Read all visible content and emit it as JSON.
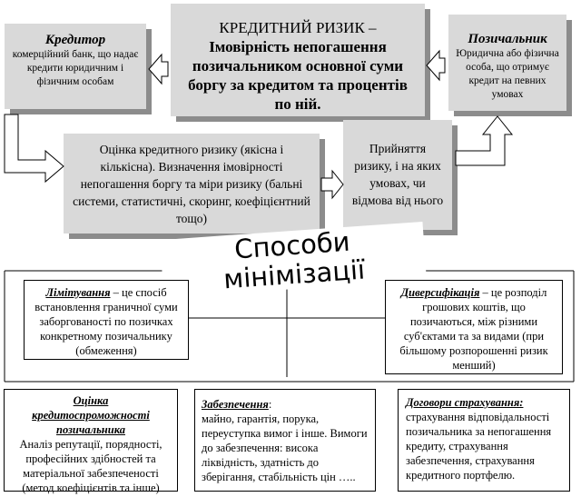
{
  "creditor": {
    "title": "Кредитор",
    "text": "комерційний банк, що надає кредити юридичним і фізичним особам"
  },
  "credit_risk": {
    "title": "КРЕДИТНИЙ РИЗИК –",
    "text": "Імовірність непогашення позичальником основної суми боргу за кредитом та процентів по ній."
  },
  "borrower": {
    "title": "Позичальник",
    "text": "Юридична або фізична особа, що отримує кредит на певних умовах"
  },
  "assessment": {
    "text": "Оцінка кредитного ризику (якісна і кількісна). Визначення імовірності непогашення боргу та міри ризику (бальні системи, статистичні, скоринг, коефіцієнтний тощо)"
  },
  "decision": {
    "text": "Прийняття ризику, і на яких умовах, чи відмова від нього"
  },
  "methods_title": "Способи мінімізації",
  "limiting": {
    "title": "Лімітування",
    "text": " – це спосіб встановлення граничної суми заборгованості по позичках конкретному позичальнику (обмеження)"
  },
  "diversification": {
    "title": "Диверсифікація",
    "text": " – це розподіл грошових коштів, що позичаються, між різними суб'єктами та за видами (при більшому розпорошенні ризик менший)"
  },
  "creditworthiness": {
    "title": "Оцінка кредитоспроможності позичальника",
    "text": "Аналіз репутації, порядності, професійних здібностей та матеріальної забезпеченості (метод коефіцієнтів та інше)"
  },
  "collateral": {
    "title": "Забезпечення",
    "title_suffix": ":",
    "text": "майно, гарантія, порука, переуступка вимог і інше. Вимоги до забезпечення: висока ліквідність, здатність до зберігання, стабільність цін ….."
  },
  "insurance": {
    "title": "Договори страхування:",
    "text": "страхування відповідальності позичальника за непогашення кредиту, страхування забезпечення, страхування кредитного портфелю."
  }
}
